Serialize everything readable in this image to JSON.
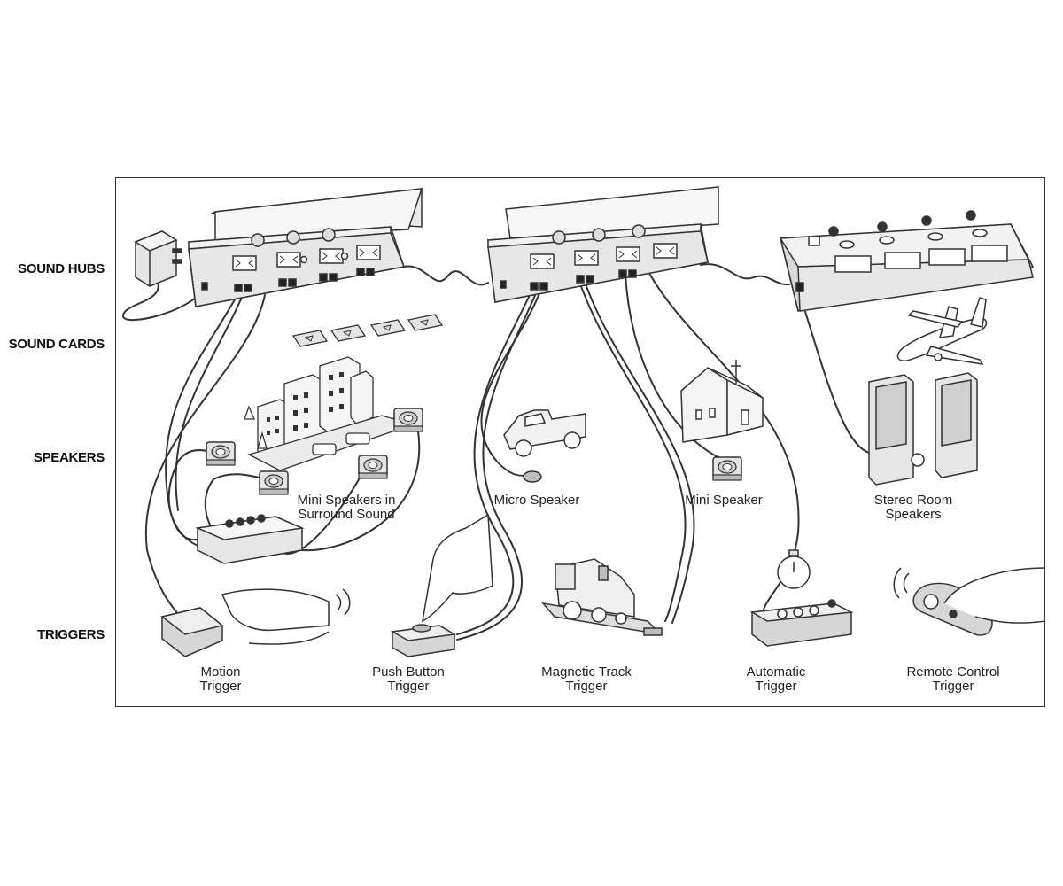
{
  "row_labels": {
    "sound_hubs": "SOUND HUBS",
    "sound_cards": "SOUND CARDS",
    "speakers": "SPEAKERS",
    "triggers": "TRIGGERS"
  },
  "captions": {
    "mini_surround": [
      "Mini Speakers in",
      "Surround Sound"
    ],
    "micro_speaker": [
      "Micro Speaker"
    ],
    "mini_speaker": [
      "Mini Speaker"
    ],
    "stereo_room": [
      "Stereo Room",
      "Speakers"
    ],
    "motion": [
      "Motion",
      "Trigger"
    ],
    "push_button": [
      "Push Button",
      "Trigger"
    ],
    "magnetic_track": [
      "Magnetic Track",
      "Trigger"
    ],
    "automatic": [
      "Automatic",
      "Trigger"
    ],
    "remote_control": [
      "Remote Control",
      "Trigger"
    ]
  },
  "colors": {
    "line": "#333333",
    "panel": "#e4e4e4",
    "panel_dark": "#bdbdbd"
  }
}
